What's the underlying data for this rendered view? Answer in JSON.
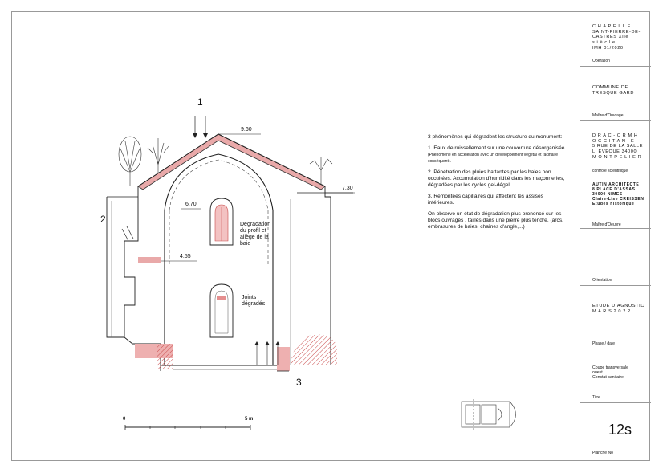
{
  "labels": {
    "one": "1",
    "two": "2",
    "three": "3"
  },
  "dimensions": {
    "d960": "9.60",
    "d730": "7.30",
    "d670": "6.70",
    "d455": "4.55"
  },
  "annotations": {
    "window": [
      "Dégradation",
      "du profil et",
      "allège de la",
      "baie"
    ],
    "joints": [
      "Joints",
      "dégradés"
    ]
  },
  "scale": {
    "zero": "0",
    "five": "5 m"
  },
  "note": {
    "intro": "3 phénomènes qui dégradent les structure du monument:",
    "p1_main": "1. Eaux de ruissellement sur une couverture désorganisée.",
    "p1_small": "(Phénomène en accélération avec un développement végétal et racinaire conséquent).",
    "p2": "2. Pénétration des pluies battantes par les baies non occultées. Accumulation d'humidité dans les maçonneries, dégradées par les cycles gel-dégel.",
    "p3": "3. Remontées capillaires qui affectent les assises inférieures.",
    "p4": "On observe un état de dégradation plus prononcé sur les blocs ouvragés , taillés dans une pierre plus tendre. (arcs, embrasures de baies, chaînes d'angle,...)"
  },
  "titleblock": {
    "operation": [
      "C H A P E L L E",
      "SAINT-PIERRE-DE-",
      "CASTRES XIIe",
      "s i è c l e .",
      "IMH 01/2020"
    ],
    "operation_caption": "Opération",
    "commune": [
      "COMMUNE DE",
      "TRESQUE GARD"
    ],
    "commune_caption": "Maître d'Ouvrage",
    "drac": [
      "D R A C - C R M H",
      "O C C I T A N I E",
      "5 RUE DE LA SALLE",
      "L' EVEQUE 34000",
      "M O N T P E L I E R"
    ],
    "drac_caption": "contrôle scientifique",
    "architect": [
      "AUTIN ARCHITECTE",
      "8 PLACE D'ASSAS",
      "30000 NIMES",
      "Claire-Lise CREISSEN",
      "Etudes historique"
    ],
    "architect_caption": "Maître d'Oeuvre",
    "orientation_caption": "Orientation",
    "phase": [
      "ETUDE DIAGNOSTIC",
      "M A R S   2 0 2 2"
    ],
    "phase_caption": "Phase / date",
    "title": [
      "Coupe    transversale",
      "ouest.",
      "Constat sanitaire"
    ],
    "title_caption": "Titre",
    "sheet_number": "12s",
    "sheet_caption": "Planche No"
  }
}
